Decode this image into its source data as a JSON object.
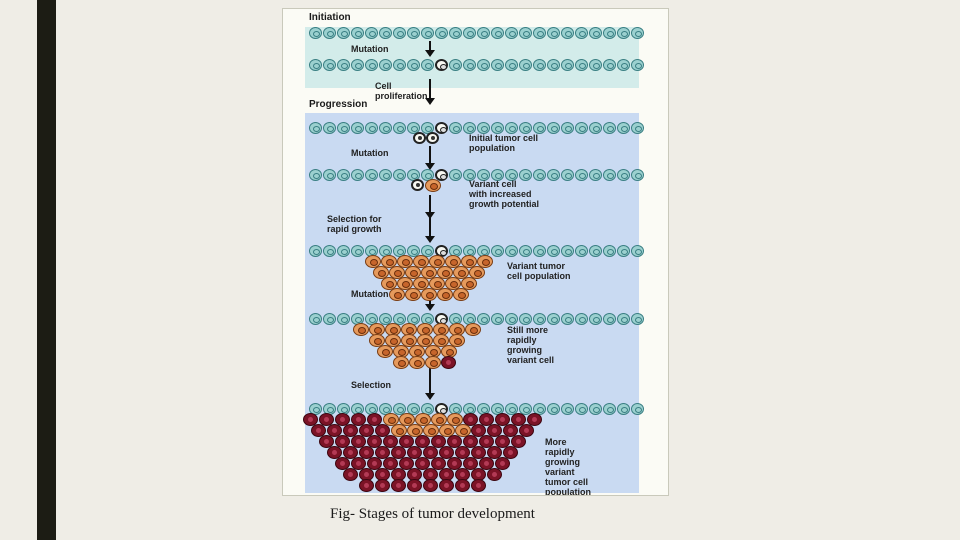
{
  "figure": {
    "stage_initiation": "Initiation",
    "stage_progression": "Progression",
    "steps": {
      "mutation_1": "Mutation",
      "cell_proliferation": "Cell\nproliferation",
      "mutation_2": "Mutation",
      "selection_rapid": "Selection for\nrapid growth",
      "mutation_3": "Mutation",
      "selection": "Selection"
    },
    "outcomes": {
      "initial_population": "Initial tumor cell\npopulation",
      "variant_cell": "Variant cell\nwith increased\ngrowth potential",
      "variant_population": "Variant tumor\ncell population",
      "still_more": "Still more\nrapidly\ngrowing\nvariant cell",
      "more_rapidly": "More\nrapidly\ngrowing\nvariant\ntumor cell\npopulation"
    }
  },
  "caption": "Fig- Stages of tumor development",
  "colors": {
    "background": "#efede6",
    "initiation_zone": "#d3ecea",
    "progression_zone": "#c9daf2",
    "normal_cell": "#9bd0cf",
    "variant_cell": "#e69a5c",
    "aggressive_cell": "#7b1326"
  }
}
